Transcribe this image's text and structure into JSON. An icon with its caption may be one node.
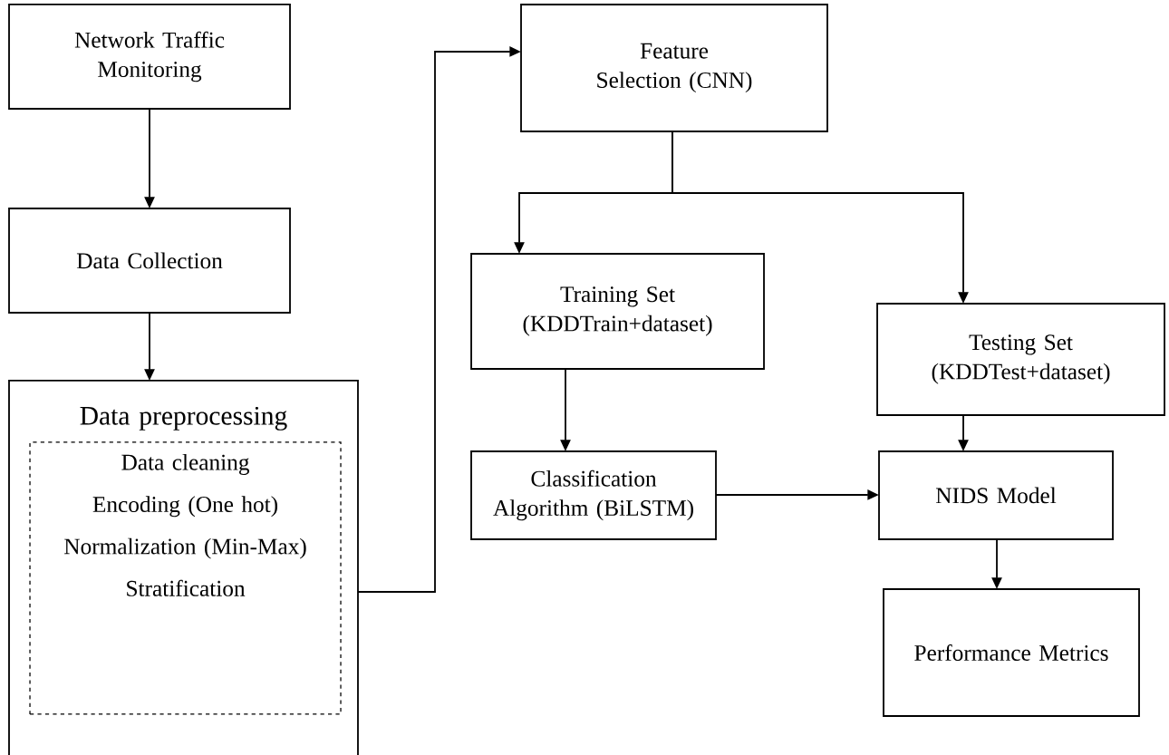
{
  "diagram": {
    "nodes": [
      {
        "text": [
          "Network Traffic Monitoring"
        ]
      },
      {
        "text": [
          "Data Collection"
        ]
      },
      {
        "text": [
          "Data preprocessing"
        ]
      },
      {
        "text": [
          "Data cleaning",
          "Encoding (One hot)",
          "Normalization (Min-Max)",
          "Stratification"
        ],
        "in": 2
      },
      {
        "text": [
          "Feature Selection (CNN)"
        ]
      },
      {
        "text": [
          "Training Set (KDDTrain+dataset)"
        ]
      },
      {
        "text": [
          "Testing Set (KDDTest+dataset)"
        ]
      },
      {
        "text": [
          "Classification Algorithm (BiLSTM)"
        ]
      },
      {
        "text": [
          "NIDS Model"
        ]
      },
      {
        "text": [
          "Performance Metrics"
        ]
      }
    ],
    "edges": [
      {
        "from": 0,
        "to": 1,
        "arrow": "to"
      },
      {
        "from": 1,
        "to": 2,
        "arrow": "to"
      },
      {
        "from": 2,
        "to": 4,
        "arrow": "to"
      },
      {
        "from": 4,
        "to": 5,
        "arrow": "to"
      },
      {
        "from": 4,
        "to": 6,
        "arrow": "to"
      },
      {
        "from": 5,
        "to": 7,
        "arrow": "to"
      },
      {
        "from": 6,
        "to": 8,
        "arrow": "to"
      },
      {
        "from": 7,
        "to": 8,
        "arrow": "to"
      },
      {
        "from": 8,
        "to": 9,
        "arrow": "to"
      }
    ]
  }
}
